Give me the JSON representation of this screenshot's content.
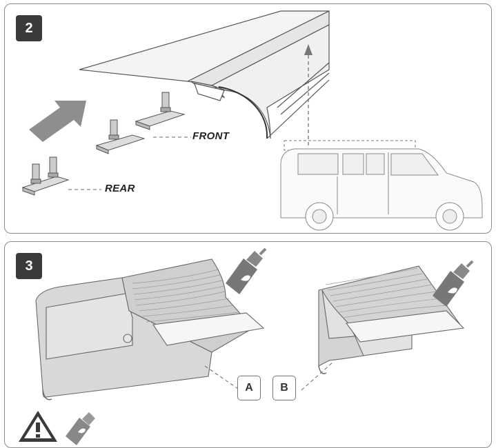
{
  "steps": {
    "step2": {
      "number": "2",
      "labels": {
        "front": "FRONT",
        "rear": "REAR"
      }
    },
    "step3": {
      "number": "3",
      "labels": {
        "a": "A",
        "b": "B"
      }
    }
  },
  "icons": {
    "arrow": "thick-arrow-icon",
    "tube": "sealant-tube-icon",
    "warning": "warning-triangle-icon",
    "van": "van-illustration"
  },
  "colors": {
    "badge": "#3a3a3a",
    "line": "#555555",
    "fill_light": "#e6e6e6",
    "fill_mid": "#cfcfcf",
    "arrow": "#8e8e8e"
  }
}
